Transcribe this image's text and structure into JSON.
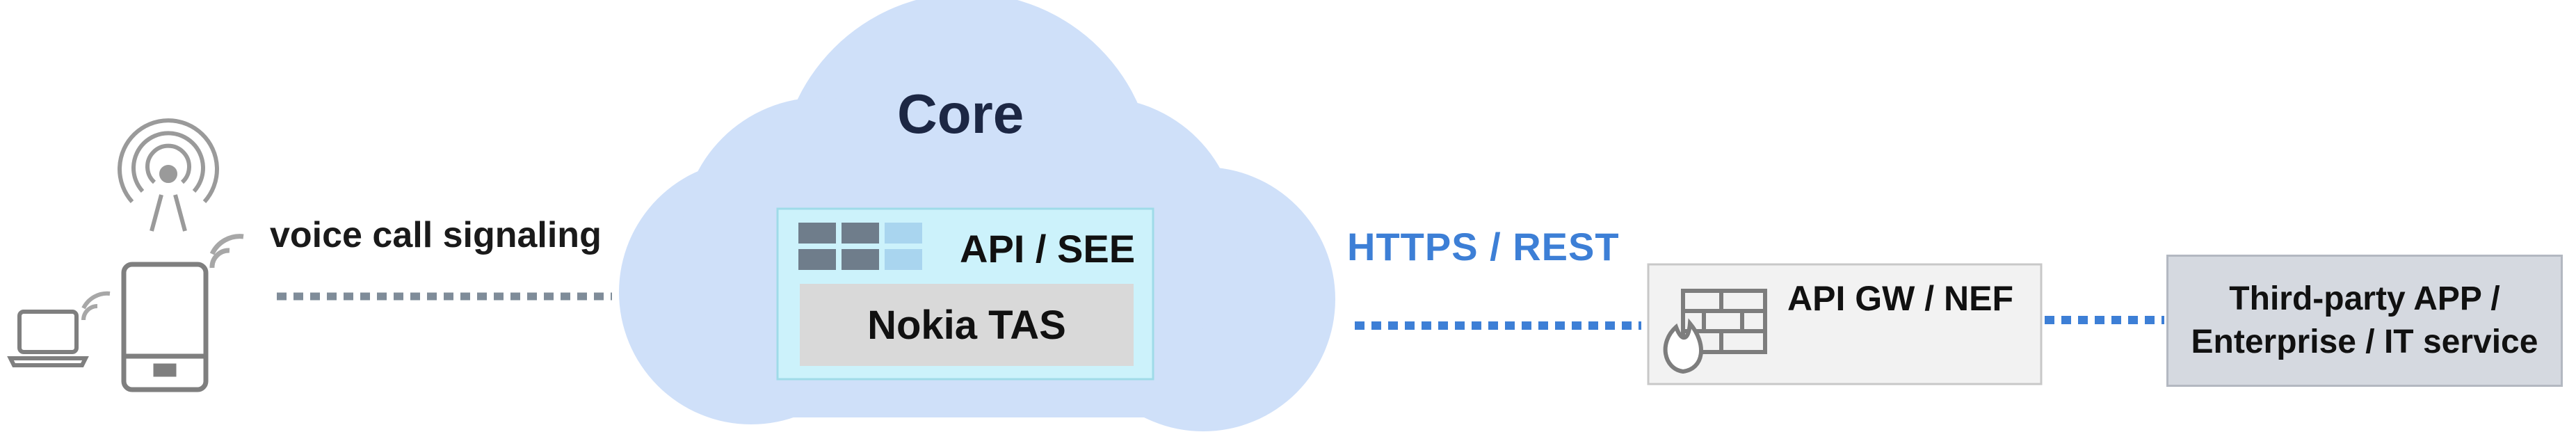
{
  "core": {
    "title": "Core"
  },
  "signaling": {
    "label": "voice call signaling"
  },
  "protocol": {
    "label": "HTTPS / REST"
  },
  "api_see": {
    "label": "API / SEE"
  },
  "tas": {
    "label": "Nokia TAS"
  },
  "gateway": {
    "label": "API GW / NEF"
  },
  "third_party": {
    "line1": "Third-party APP  /",
    "line2": "Enterprise / IT service"
  },
  "colors": {
    "cloud": "#cfe0f9",
    "api_box": "#ccf2fb",
    "tas_box": "#d9d9d9",
    "protocol_text": "#3d7fd6",
    "dotted_link": "#3d7fd6",
    "dotted_signaling": "#7f8c99"
  },
  "icons": [
    "wifi-antenna-icon",
    "tablet-icon",
    "laptop-icon",
    "firewall-icon"
  ]
}
